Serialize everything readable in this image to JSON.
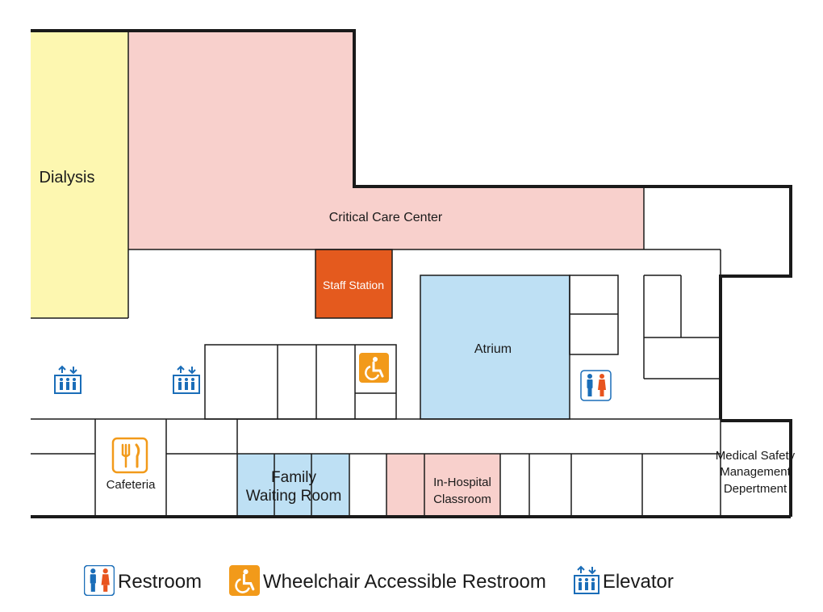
{
  "map": {
    "rooms": {
      "dialysis": "Dialysis",
      "critical_care": "Critical Care Center",
      "staff_station": "Staff Station",
      "atrium": "Atrium",
      "cafeteria": "Cafeteria",
      "family_waiting_line1": "Family",
      "family_waiting_line2": "Waiting Room",
      "in_hospital_line1": "In-Hospital",
      "in_hospital_line2": "Classroom",
      "medical_safety_line1": "Medical Safety",
      "medical_safety_line2": "Management",
      "medical_safety_line3": "Depertment"
    },
    "colors": {
      "dialysis_fill": "#fdf7b0",
      "critical_care_fill": "#f8d0cc",
      "staff_station_fill": "#e45a1e",
      "atrium_fill": "#bee0f4",
      "family_waiting_fill": "#bee0f4",
      "classroom_fill": "#f8d0cc",
      "elevator_blue": "#1a6db8",
      "wheelchair_orange": "#f29a1a",
      "restroom_male": "#1a6db8",
      "restroom_female": "#e8541e"
    },
    "icons": [
      "elevator-icon",
      "wheelchair-restroom-icon",
      "restroom-icon",
      "cafeteria-icon"
    ]
  },
  "legend": {
    "restroom": "Restroom",
    "wheelchair": "Wheelchair Accessible Restroom",
    "elevator": "Elevator"
  }
}
